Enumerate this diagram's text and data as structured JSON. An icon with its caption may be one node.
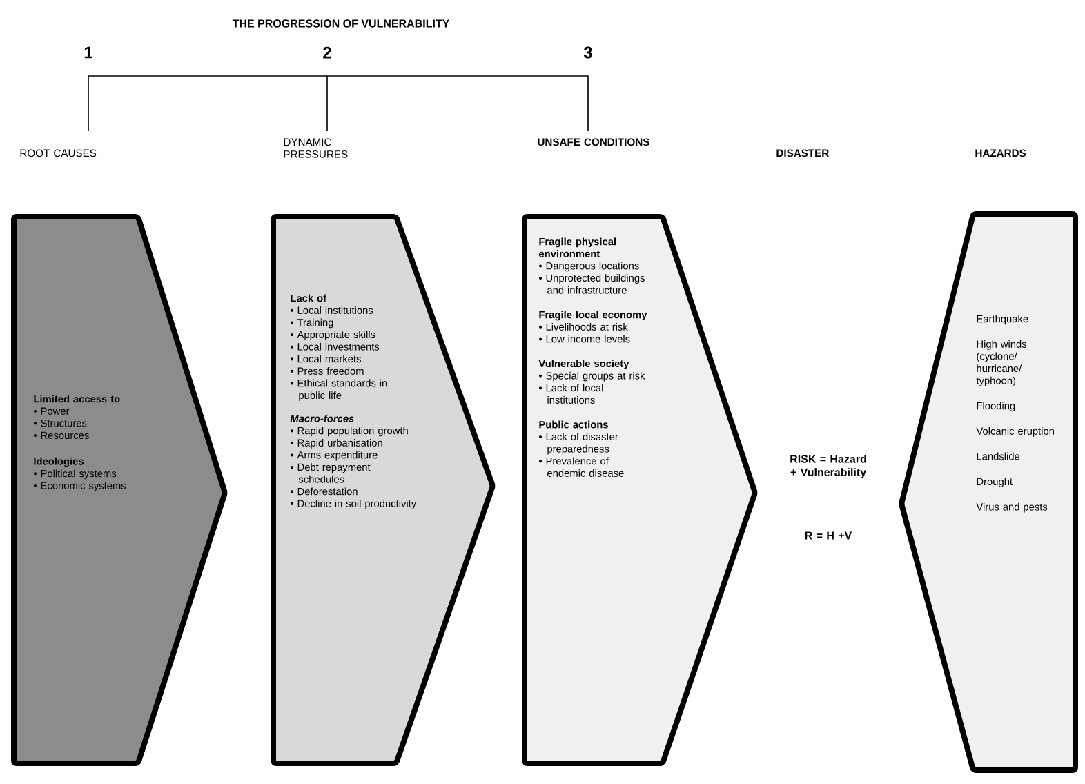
{
  "diagram": {
    "title": "THE PROGRESSION OF VULNERABILITY",
    "nodes": [
      {
        "text": [
          "Limited access to",
          "• Power",
          "• Structures",
          "• Resources",
          "Ideologies",
          "• Political systems",
          "• Economic systems"
        ]
      },
      {
        "text": [
          "Lack of",
          "• Local institutions",
          "• Training",
          "• Appropriate skills",
          "• Local investments",
          "• Local markets",
          "• Press freedom",
          "• Ethical standards in public life",
          "Macro-forces",
          "• Rapid population growth",
          "• Rapid urbanisation",
          "• Arms expenditure",
          "• Debt repayment schedules",
          "• Deforestation",
          "• Decline in soil productivity"
        ]
      },
      {
        "text": [
          "Fragile physical environment",
          "• Dangerous locations",
          "• Unprotected buildings and infrastructure",
          "Fragile local economy",
          "• Livelihoods at risk",
          "• Low income levels",
          "Vulnerable society",
          "• Special groups at risk",
          "• Lack of local institutions",
          "Public actions",
          "• Lack of disaster preparedness",
          "• Prevalence of endemic disease"
        ]
      },
      {
        "text": [
          "Earthquake",
          "High winds (cyclone/ hurricane/ typhoon)",
          "Flooding",
          "Volcanic eruption",
          "Landslide",
          "Drought",
          "Virus and pests"
        ]
      }
    ],
    "labels": [
      "1",
      "2",
      "3",
      "ROOT CAUSES",
      "DYNAMIC PRESSURES",
      "UNSAFE CONDITIONS",
      "DISASTER",
      "HAZARDS",
      "RISK = Hazard + Vulnerability",
      "R = H +V"
    ]
  }
}
